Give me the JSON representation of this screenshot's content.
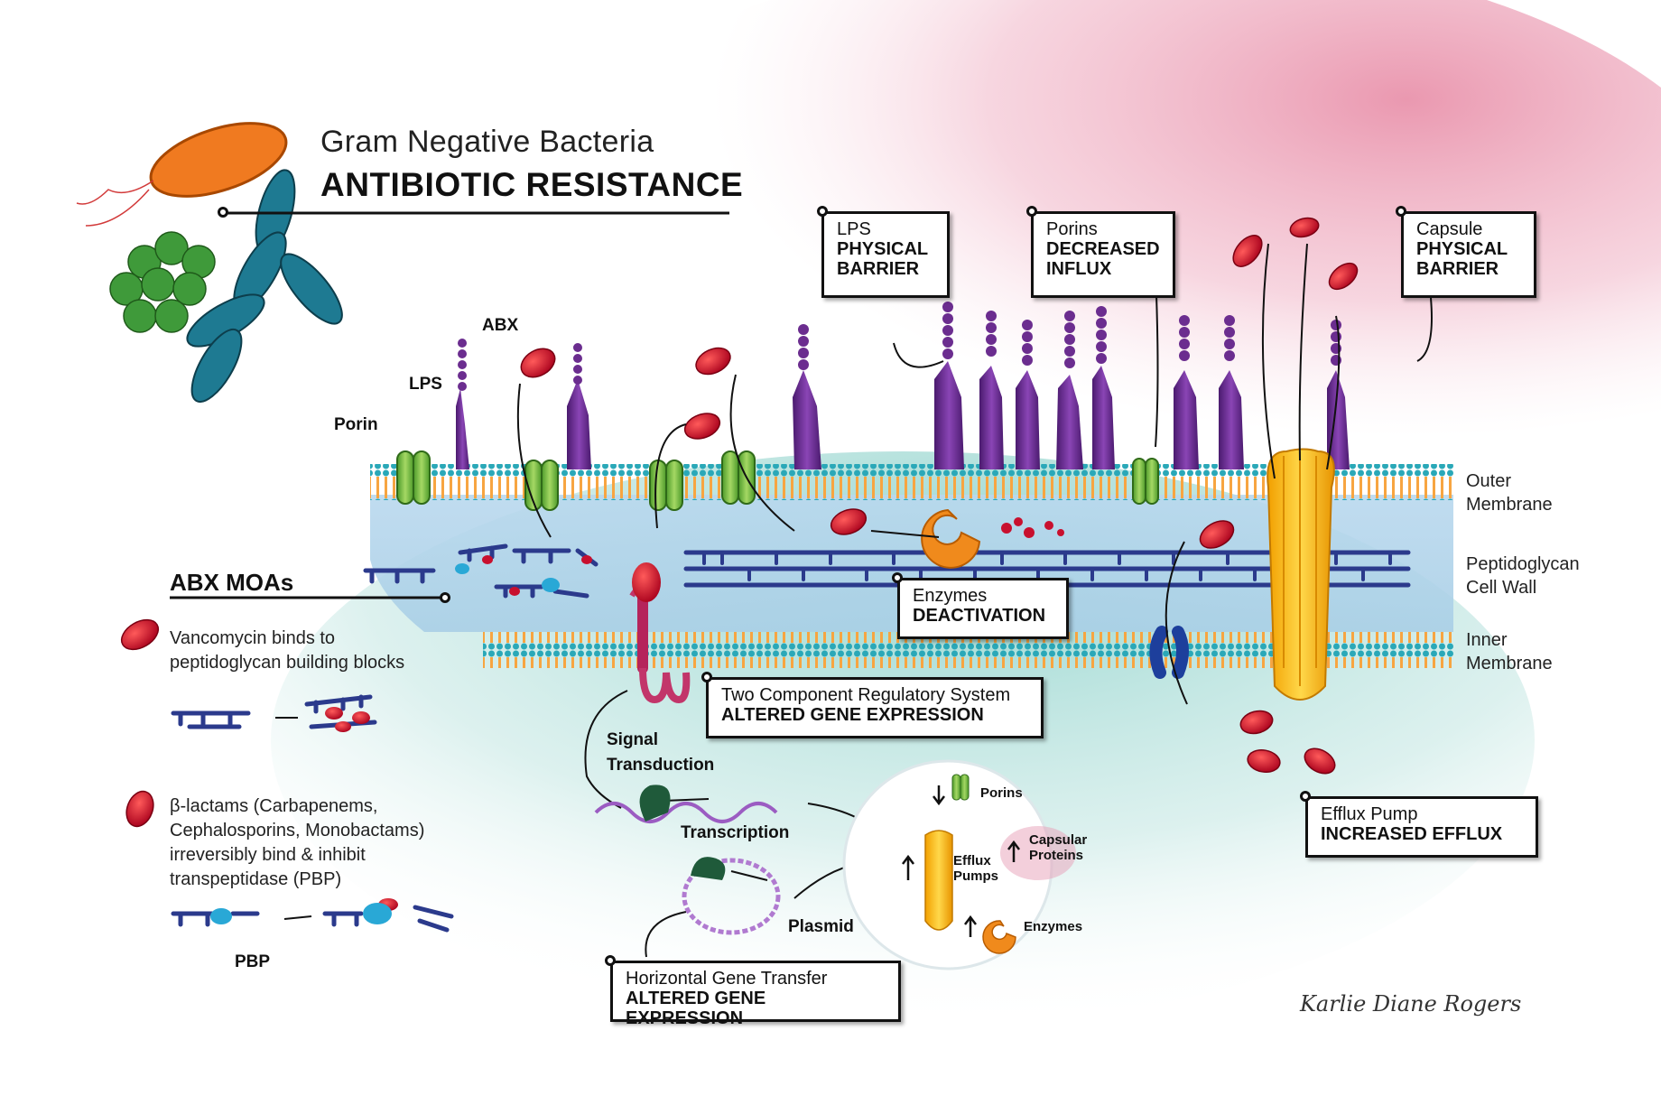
{
  "title": {
    "line1": "Gram Negative Bacteria",
    "line2": "ANTIBIOTIC RESISTANCE"
  },
  "structure_labels": {
    "outer_membrane": [
      "Outer",
      "Membrane"
    ],
    "peptidoglycan": [
      "Peptidoglycan",
      "Cell Wall"
    ],
    "inner_membrane": [
      "Inner",
      "Membrane"
    ],
    "abx": "ABX",
    "lps": "LPS",
    "porin": "Porin"
  },
  "callouts": {
    "lps_barrier": {
      "line1": "LPS",
      "line2a": "PHYSICAL",
      "line2b": "BARRIER"
    },
    "porins_influx": {
      "line1": "Porins",
      "line2a": "DECREASED",
      "line2b": "INFLUX"
    },
    "capsule_barrier": {
      "line1": "Capsule",
      "line2a": "PHYSICAL",
      "line2b": "BARRIER"
    },
    "enzymes": {
      "line1": "Enzymes",
      "line2": "DEACTIVATION"
    },
    "two_component": {
      "line1": "Two Component Regulatory System",
      "line2": "ALTERED GENE EXPRESSION"
    },
    "efflux_pump": {
      "line1": "Efflux Pump",
      "line2": "INCREASED EFFLUX"
    },
    "horizontal": {
      "line1": "Horizontal Gene Transfer",
      "line2": "ALTERED GENE EXPRESSION"
    }
  },
  "process_labels": {
    "signal": [
      "Signal",
      "Transduction"
    ],
    "transcription": "Transcription",
    "plasmid": "Plasmid"
  },
  "circle_inset": {
    "porins": "Porins",
    "efflux": [
      "Efflux",
      "Pumps"
    ],
    "capsular": [
      "Capsular",
      "Proteins"
    ],
    "enzymes": "Enzymes"
  },
  "moa": {
    "heading": "ABX MOAs",
    "vanco": [
      "Vancomycin binds to",
      "peptidoglycan building blocks"
    ],
    "beta": [
      "β-lactams (Carbapenems,",
      "Cephalosporins, Monobactams)",
      "irreversibly bind & inhibit",
      "transpeptidase (PBP)"
    ],
    "pbp": "PBP"
  },
  "signature": "Karlie Diane Rogers",
  "colors": {
    "porin_green": "#7cc242",
    "lps_purple": "#6b2d8f",
    "membrane_orange": "#f7a541",
    "membrane_teal": "#2aa8b8",
    "peptidoglycan_blue": "#2b3a8c",
    "abx_red": "#c8102e",
    "efflux_yellow": "#f5b800",
    "enzyme_orange": "#f08a1c",
    "capsule_pink": "#e8a0b8"
  }
}
